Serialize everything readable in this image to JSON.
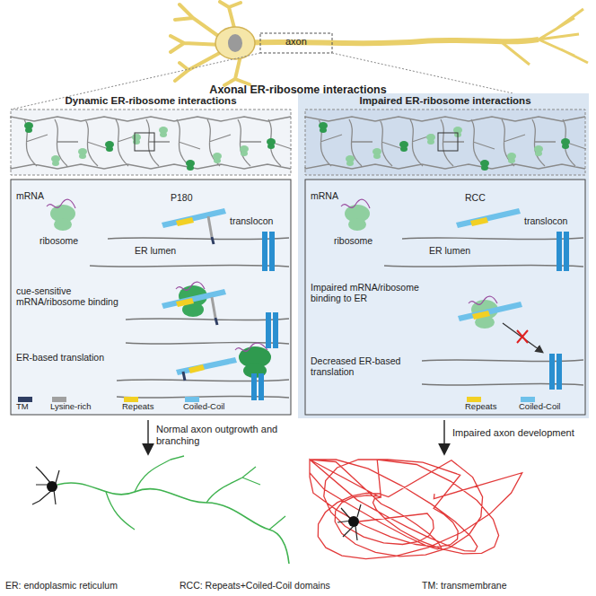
{
  "diagram": {
    "title": "Axonal ER-ribosome interactions",
    "nodes": [
      {
        "text": [
          "Dynamic ER-ribosome interactions"
        ]
      },
      {
        "text": [
          "Impaired ER-ribosome interactions"
        ]
      },
      {
        "text": [
          "Normal axon outgrowth and branching"
        ]
      },
      {
        "text": [
          "Impaired axon development"
        ]
      }
    ],
    "edges": [
      {
        "from": 0,
        "to": 2,
        "arrow": "to"
      },
      {
        "from": 1,
        "to": 3,
        "arrow": "to"
      }
    ],
    "labels": [
      "axon",
      "mRNA",
      "ribosome",
      "P180",
      "translocon",
      "ER lumen",
      "cue-sensitive mRNA/ribosome binding",
      "ER-based translation",
      "mRNA",
      "ribosome",
      "RCC",
      "translocon",
      "ER lumen",
      "Impaired mRNA/ribosome binding to ER",
      "Decreased ER-based translation",
      "ER: endoplasmic reticulum",
      "RCC: Repeats+Coiled-Coil domains",
      "TM: transmembrane"
    ],
    "legend": [
      {
        "text": "TM",
        "color": "#2f3e63"
      },
      {
        "text": "Lysine-rich",
        "color": "#a0a0a0"
      },
      {
        "text": "Repeats",
        "color": "#f2d024"
      },
      {
        "text": "Coiled-Coil",
        "color": "#6ec1ea"
      },
      {
        "text": "Repeats",
        "color": "#f2d024"
      },
      {
        "text": "Coiled-Coil",
        "color": "#6ec1ea"
      }
    ]
  }
}
